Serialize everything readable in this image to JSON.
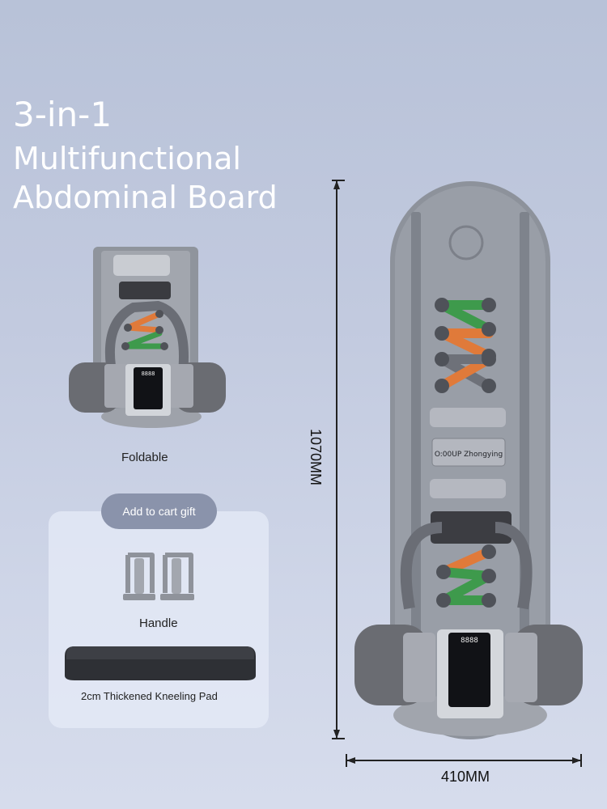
{
  "headline": {
    "line1": "3-in-1",
    "line2": "Multifunctional",
    "line3": "Abdominal Board"
  },
  "foldable_label": "Foldable",
  "gift": {
    "badge": "Add to cart gift",
    "handle_label": "Handle",
    "pad_label": "2cm Thickened Kneeling Pad"
  },
  "dimensions": {
    "height": "1070MM",
    "width": "410MM"
  },
  "board_text": "O:00UP Zhongying",
  "display_readout": "8888",
  "colors": {
    "title": "#ffffff",
    "board": "#8d929b",
    "green": "#3e9a4c",
    "orange": "#e07a3a",
    "gray_peg": "#6e7179",
    "badge": "#8a93ab"
  }
}
